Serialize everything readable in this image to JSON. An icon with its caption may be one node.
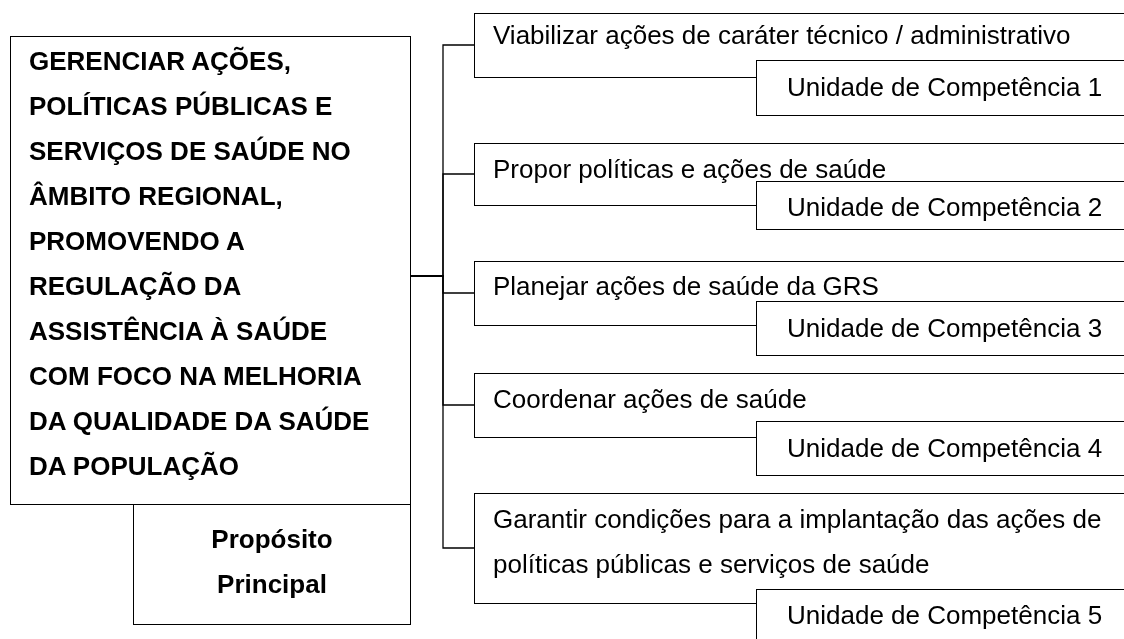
{
  "diagram": {
    "nodes": [
      {
        "text": [
          "GERENCIAR AÇÕES, POLÍTICAS PÚBLICAS E SERVIÇOS DE SAÚDE NO ÂMBITO REGIONAL, PROMOVENDO A REGULAÇÃO DA ASSISTÊNCIA À SAÚDE COM FOCO NA MELHORIA DA QUALIDADE DA SAÚDE DA POPULAÇÃO"
        ]
      },
      {
        "text": [
          "Propósito Principal"
        ]
      },
      {
        "text": [
          "Viabilizar ações de caráter técnico / administrativo"
        ]
      },
      {
        "text": [
          "Unidade de Competência 1"
        ]
      },
      {
        "text": [
          "Propor políticas e ações de saúde"
        ]
      },
      {
        "text": [
          "Unidade de Competência 2"
        ]
      },
      {
        "text": [
          "Planejar ações de saúde da GRS"
        ]
      },
      {
        "text": [
          "Unidade de Competência 3"
        ]
      },
      {
        "text": [
          "Coordenar ações de saúde"
        ]
      },
      {
        "text": [
          "Unidade de Competência 4"
        ]
      },
      {
        "text": [
          "Garantir condições para a implantação das ações de políticas públicas e serviços de saúde"
        ]
      },
      {
        "text": [
          "Unidade de Competência 5"
        ]
      }
    ],
    "edges": [
      {
        "from": 0,
        "to": 2,
        "arrow": "none"
      },
      {
        "from": 0,
        "to": 4,
        "arrow": "none"
      },
      {
        "from": 0,
        "to": 6,
        "arrow": "none"
      },
      {
        "from": 0,
        "to": 8,
        "arrow": "none"
      },
      {
        "from": 0,
        "to": 10,
        "arrow": "none"
      }
    ]
  }
}
